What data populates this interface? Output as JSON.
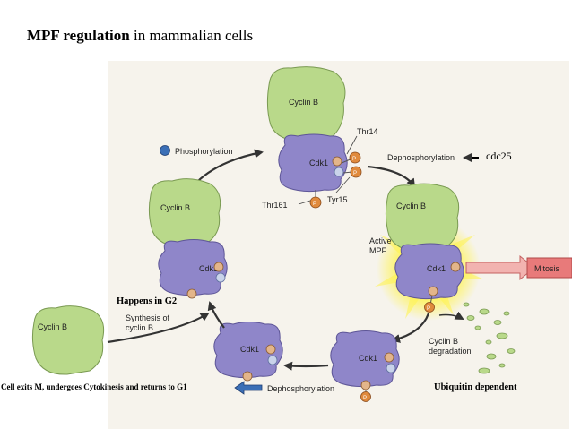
{
  "title": {
    "bold": "MPF regulation",
    "rest": " in mammalian cells"
  },
  "colors": {
    "cyclin": "#b9d98a",
    "cdk": "#8f86c9",
    "phosphate": "#e08a3c",
    "mitosis": "#e87a7a",
    "paper": "#f6f3ec",
    "blue_dot": "#3b6fb6",
    "glow": "#fff34d"
  },
  "labels": {
    "cyclin_b": "Cyclin B",
    "cdk1": "Cdk1",
    "phosphorylation": "Phosphorylation",
    "dephosphorylation_top": "Dephosphorylation",
    "dephosphorylation_bottom": "Dephosphorylation",
    "thr14": "Thr14",
    "tyr15": "Tyr15",
    "thr161": "Thr161",
    "active_mpf_line1": "Active",
    "active_mpf_line2": "MPF",
    "mitosis": "Mitosis",
    "synthesis_line1": "Synthesis of",
    "synthesis_line2": "cyclin B",
    "degradation_line1": "Cyclin B",
    "degradation_line2": "degradation",
    "p": "P"
  },
  "annotations": {
    "cdc25": "cdc25",
    "happens_g2": "Happens in G2",
    "ubiquitin": "Ubiquitin dependent",
    "cell_exits": "Cell exits M, undergoes Cytokinesis and returns to G1"
  }
}
